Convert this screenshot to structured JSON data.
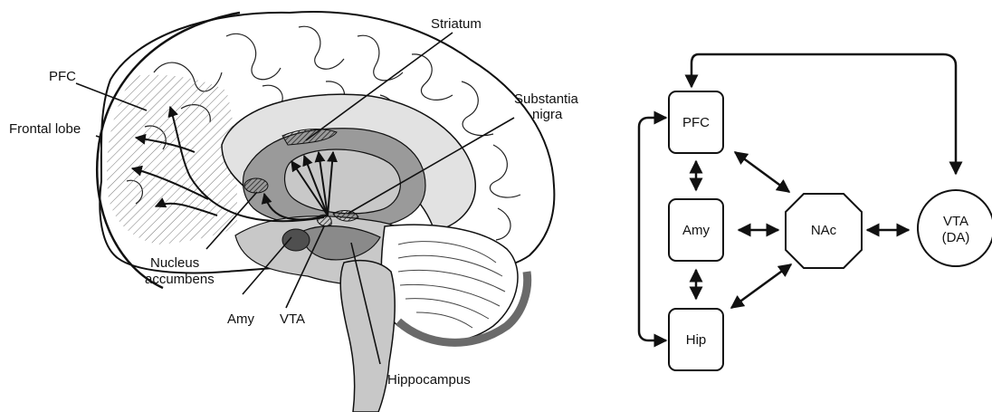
{
  "brain_labels": {
    "striatum": "Striatum",
    "substantia_nigra_1": "Substantia",
    "substantia_nigra_2": "nigra",
    "pfc": "PFC",
    "frontal_lobe": "Frontal lobe",
    "nucleus_accumbens_1": "Nucleus",
    "nucleus_accumbens_2": "accumbens",
    "amy": "Amy",
    "vta": "VTA",
    "hippocampus": "Hippocampus"
  },
  "circuit": {
    "pfc": "PFC",
    "amy": "Amy",
    "hip": "Hip",
    "nac": "NAc",
    "vta_1": "VTA",
    "vta_2": "(DA)"
  },
  "colors": {
    "ink": "#111111",
    "dark_gray": "#5a5a5a",
    "mid_gray": "#9a9a9a",
    "light_gray": "#c8c8c8",
    "pale_gray": "#e2e2e2"
  }
}
